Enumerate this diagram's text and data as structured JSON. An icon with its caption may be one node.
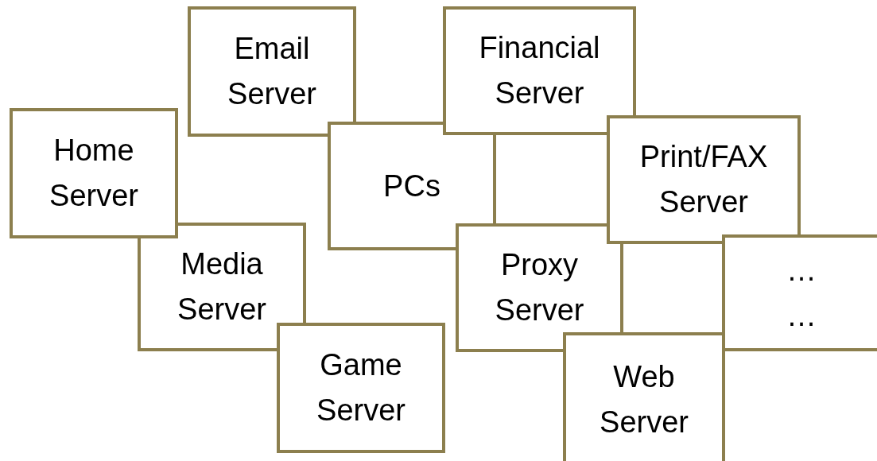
{
  "diagram": {
    "nodes": [
      {
        "text": [
          "Email Server"
        ]
      },
      {
        "text": [
          "Financial Server"
        ]
      },
      {
        "text": [
          "Home Server"
        ]
      },
      {
        "text": [
          "PCs"
        ]
      },
      {
        "text": [
          "Print/FAX Server"
        ]
      },
      {
        "text": [
          "Media Server"
        ]
      },
      {
        "text": [
          "Proxy Server"
        ]
      },
      {
        "text": [
          "… …"
        ]
      },
      {
        "text": [
          "Game Server"
        ]
      },
      {
        "text": [
          "Web Server"
        ]
      }
    ]
  }
}
